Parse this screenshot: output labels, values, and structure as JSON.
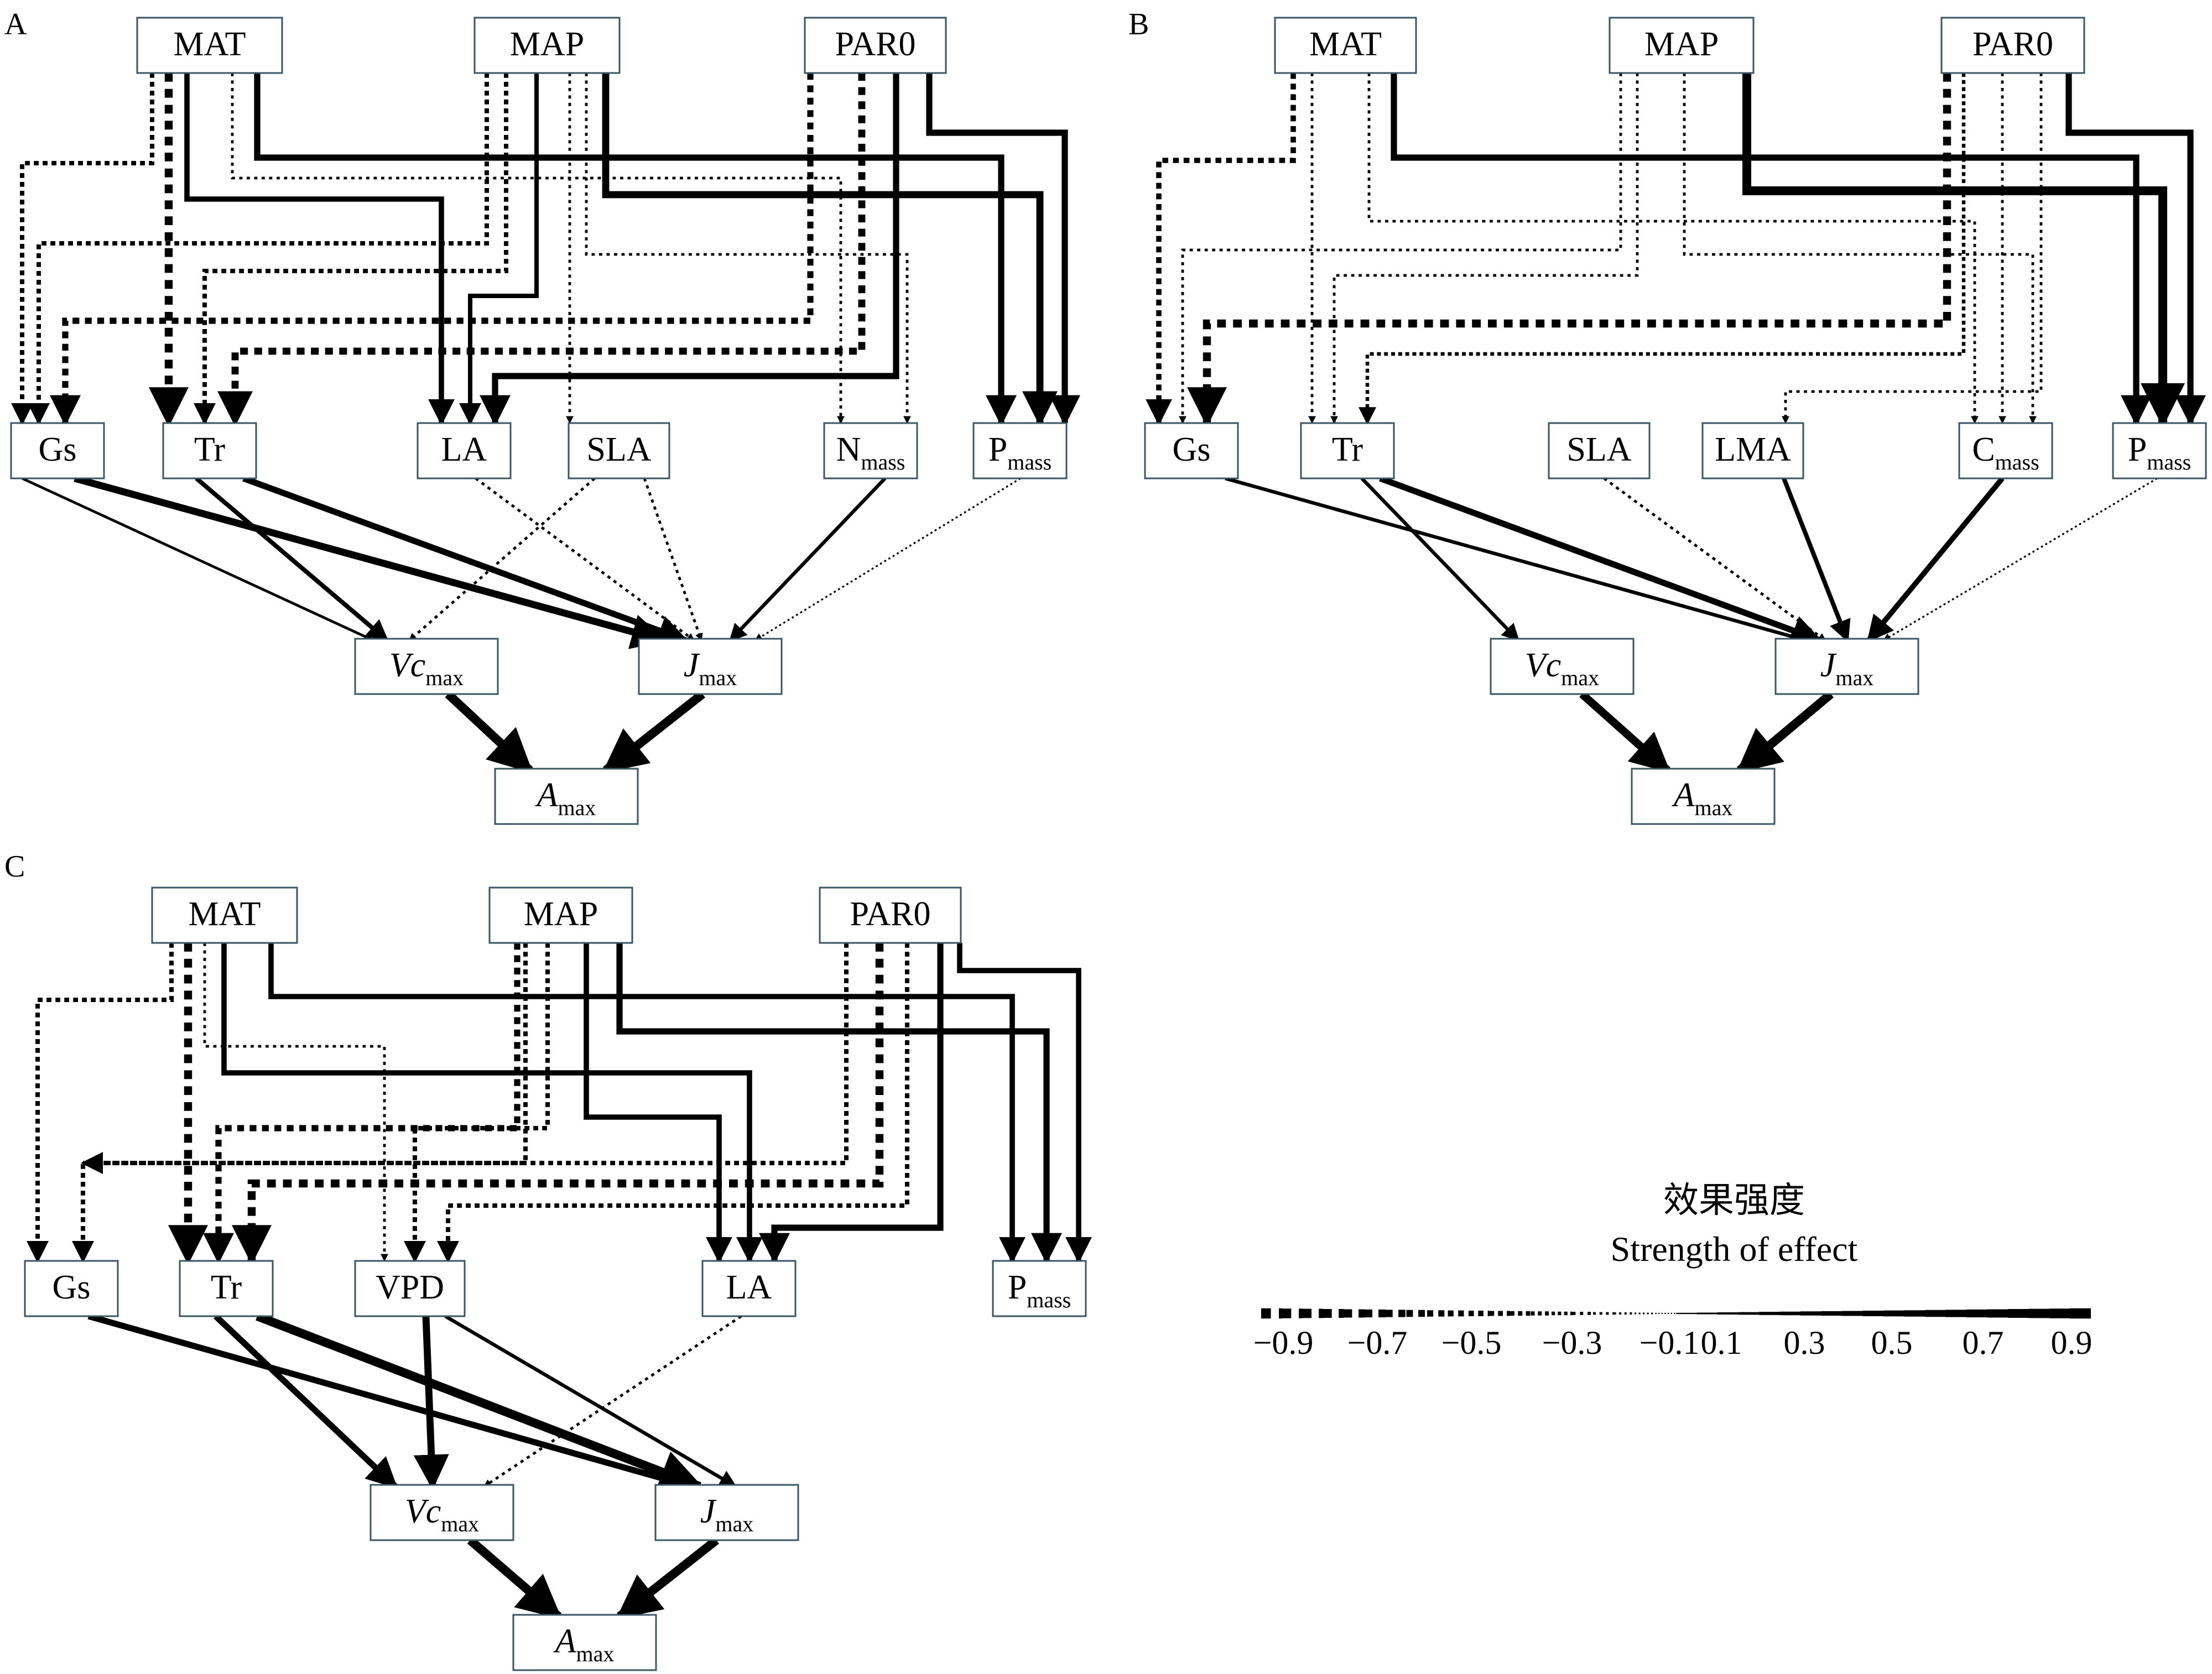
{
  "panels": [
    {
      "id": "A",
      "label": "A",
      "nodes": [
        {
          "id": "MAT",
          "text": "MAT"
        },
        {
          "id": "MAP",
          "text": "MAP"
        },
        {
          "id": "PAR0",
          "text": "PAR0"
        },
        {
          "id": "Gs",
          "text": "Gs"
        },
        {
          "id": "Tr",
          "text": "Tr"
        },
        {
          "id": "LA",
          "text": "LA"
        },
        {
          "id": "SLA",
          "text": "SLA"
        },
        {
          "id": "Nmass",
          "text": "N",
          "sub": "mass"
        },
        {
          "id": "Pmass",
          "text": "P",
          "sub": "mass"
        },
        {
          "id": "Vcmax",
          "text": "Vc",
          "sub": "max",
          "italic": true
        },
        {
          "id": "Jmax",
          "text": "J",
          "sub": "max",
          "italic": true
        },
        {
          "id": "Amax",
          "text": "A",
          "sub": "max",
          "italic": true
        }
      ],
      "paths": [
        {
          "from": "MAT",
          "to": "Gs",
          "strength": -0.4
        },
        {
          "from": "MAT",
          "to": "Tr",
          "strength": -0.8
        },
        {
          "from": "MAT",
          "to": "LA",
          "strength": 0.5
        },
        {
          "from": "MAT",
          "to": "Pmass",
          "strength": 0.6
        },
        {
          "from": "MAT",
          "to": "Nmass",
          "strength": -0.2
        },
        {
          "from": "MAP",
          "to": "Gs",
          "strength": -0.4
        },
        {
          "from": "MAP",
          "to": "Tr",
          "strength": -0.4
        },
        {
          "from": "MAP",
          "to": "LA",
          "strength": 0.4
        },
        {
          "from": "MAP",
          "to": "SLA",
          "strength": -0.2
        },
        {
          "from": "MAP",
          "to": "Pmass",
          "strength": 0.7
        },
        {
          "from": "MAP",
          "to": "Nmass",
          "strength": -0.2
        },
        {
          "from": "PAR0",
          "to": "Gs",
          "strength": -0.6
        },
        {
          "from": "PAR0",
          "to": "Tr",
          "strength": -0.7
        },
        {
          "from": "PAR0",
          "to": "LA",
          "strength": 0.6
        },
        {
          "from": "PAR0",
          "to": "Pmass",
          "strength": 0.6
        },
        {
          "from": "Gs",
          "to": "Vcmax",
          "strength": 0.2
        },
        {
          "from": "Gs",
          "to": "Jmax",
          "strength": 0.7
        },
        {
          "from": "Tr",
          "to": "Vcmax",
          "strength": 0.4
        },
        {
          "from": "Tr",
          "to": "Jmax",
          "strength": 0.6
        },
        {
          "from": "LA",
          "to": "Jmax",
          "strength": -0.2
        },
        {
          "from": "SLA",
          "to": "Vcmax",
          "strength": -0.2
        },
        {
          "from": "SLA",
          "to": "Jmax",
          "strength": -0.2
        },
        {
          "from": "Nmass",
          "to": "Jmax",
          "strength": 0.3
        },
        {
          "from": "Pmass",
          "to": "Jmax",
          "strength": -0.1
        },
        {
          "from": "Vcmax",
          "to": "Amax",
          "strength": 0.9
        },
        {
          "from": "Jmax",
          "to": "Amax",
          "strength": 0.9
        }
      ]
    },
    {
      "id": "B",
      "label": "B",
      "nodes": [
        {
          "id": "MAT",
          "text": "MAT"
        },
        {
          "id": "MAP",
          "text": "MAP"
        },
        {
          "id": "PAR0",
          "text": "PAR0"
        },
        {
          "id": "Gs",
          "text": "Gs"
        },
        {
          "id": "Tr",
          "text": "Tr"
        },
        {
          "id": "SLA",
          "text": "SLA"
        },
        {
          "id": "LMA",
          "text": "LMA"
        },
        {
          "id": "Cmass",
          "text": "C",
          "sub": "mass"
        },
        {
          "id": "Pmass",
          "text": "P",
          "sub": "mass"
        },
        {
          "id": "Vcmax",
          "text": "Vc",
          "sub": "max",
          "italic": true
        },
        {
          "id": "Jmax",
          "text": "J",
          "sub": "max",
          "italic": true
        },
        {
          "id": "Amax",
          "text": "A",
          "sub": "max",
          "italic": true
        }
      ],
      "paths": [
        {
          "from": "MAT",
          "to": "Gs",
          "strength": -0.5
        },
        {
          "from": "MAT",
          "to": "Tr",
          "strength": -0.2
        },
        {
          "from": "MAT",
          "to": "Cmass",
          "strength": -0.2
        },
        {
          "from": "MAT",
          "to": "Pmass",
          "strength": 0.6
        },
        {
          "from": "MAP",
          "to": "Gs",
          "strength": -0.2
        },
        {
          "from": "MAP",
          "to": "Tr",
          "strength": -0.2
        },
        {
          "from": "MAP",
          "to": "Cmass",
          "strength": -0.2
        },
        {
          "from": "MAP",
          "to": "Pmass",
          "strength": 0.9
        },
        {
          "from": "PAR0",
          "to": "Gs",
          "strength": -0.8
        },
        {
          "from": "PAR0",
          "to": "Tr",
          "strength": -0.3
        },
        {
          "from": "PAR0",
          "to": "LMA",
          "strength": -0.2
        },
        {
          "from": "PAR0",
          "to": "Cmass",
          "strength": -0.2
        },
        {
          "from": "PAR0",
          "to": "Pmass",
          "strength": 0.6
        },
        {
          "from": "Gs",
          "to": "Jmax",
          "strength": 0.3
        },
        {
          "from": "Tr",
          "to": "Vcmax",
          "strength": 0.3
        },
        {
          "from": "Tr",
          "to": "Jmax",
          "strength": 0.6
        },
        {
          "from": "SLA",
          "to": "Jmax",
          "strength": -0.2
        },
        {
          "from": "LMA",
          "to": "Jmax",
          "strength": 0.4
        },
        {
          "from": "Cmass",
          "to": "Jmax",
          "strength": 0.5
        },
        {
          "from": "Pmass",
          "to": "Jmax",
          "strength": -0.1
        },
        {
          "from": "Vcmax",
          "to": "Amax",
          "strength": 0.8
        },
        {
          "from": "Jmax",
          "to": "Amax",
          "strength": 0.9
        }
      ]
    },
    {
      "id": "C",
      "label": "C",
      "nodes": [
        {
          "id": "MAT",
          "text": "MAT"
        },
        {
          "id": "MAP",
          "text": "MAP"
        },
        {
          "id": "PAR0",
          "text": "PAR0"
        },
        {
          "id": "Gs",
          "text": "Gs"
        },
        {
          "id": "Tr",
          "text": "Tr"
        },
        {
          "id": "VPD",
          "text": "VPD"
        },
        {
          "id": "LA",
          "text": "LA"
        },
        {
          "id": "Pmass",
          "text": "P",
          "sub": "mass"
        },
        {
          "id": "Vcmax",
          "text": "Vc",
          "sub": "max",
          "italic": true
        },
        {
          "id": "Jmax",
          "text": "J",
          "sub": "max",
          "italic": true
        },
        {
          "id": "Amax",
          "text": "A",
          "sub": "max",
          "italic": true
        }
      ],
      "paths": [
        {
          "from": "MAT",
          "to": "Gs",
          "strength": -0.4
        },
        {
          "from": "MAT",
          "to": "Tr",
          "strength": -0.8
        },
        {
          "from": "MAT",
          "to": "VPD",
          "strength": -0.2
        },
        {
          "from": "MAT",
          "to": "LA",
          "strength": 0.5
        },
        {
          "from": "MAT",
          "to": "Pmass",
          "strength": 0.5
        },
        {
          "from": "MAP",
          "to": "Gs",
          "strength": -0.4
        },
        {
          "from": "MAP",
          "to": "Tr",
          "strength": -0.6
        },
        {
          "from": "MAP",
          "to": "VPD",
          "strength": -0.4
        },
        {
          "from": "MAP",
          "to": "LA",
          "strength": 0.5
        },
        {
          "from": "MAP",
          "to": "Pmass",
          "strength": 0.6
        },
        {
          "from": "PAR0",
          "to": "Gs",
          "strength": -0.4
        },
        {
          "from": "PAR0",
          "to": "Tr",
          "strength": -0.8
        },
        {
          "from": "PAR0",
          "to": "VPD",
          "strength": -0.4
        },
        {
          "from": "PAR0",
          "to": "LA",
          "strength": 0.6
        },
        {
          "from": "PAR0",
          "to": "Pmass",
          "strength": 0.5
        },
        {
          "from": "Gs",
          "to": "Jmax",
          "strength": 0.6
        },
        {
          "from": "Tr",
          "to": "Vcmax",
          "strength": 0.6
        },
        {
          "from": "Tr",
          "to": "Jmax",
          "strength": 0.9
        },
        {
          "from": "VPD",
          "to": "Vcmax",
          "strength": 0.7
        },
        {
          "from": "VPD",
          "to": "Jmax",
          "strength": 0.3
        },
        {
          "from": "LA",
          "to": "Vcmax",
          "strength": -0.2
        },
        {
          "from": "Vcmax",
          "to": "Amax",
          "strength": 0.9
        },
        {
          "from": "Jmax",
          "to": "Amax",
          "strength": 0.9
        }
      ]
    }
  ],
  "legend": {
    "title_cn": "效果强度",
    "title_en": "Strength of effect",
    "ticks": [
      "−0.9",
      "−0.7",
      "−0.5",
      "−0.3",
      "−0.1",
      "0.1",
      "0.3",
      "0.5",
      "0.7",
      "0.9"
    ]
  }
}
